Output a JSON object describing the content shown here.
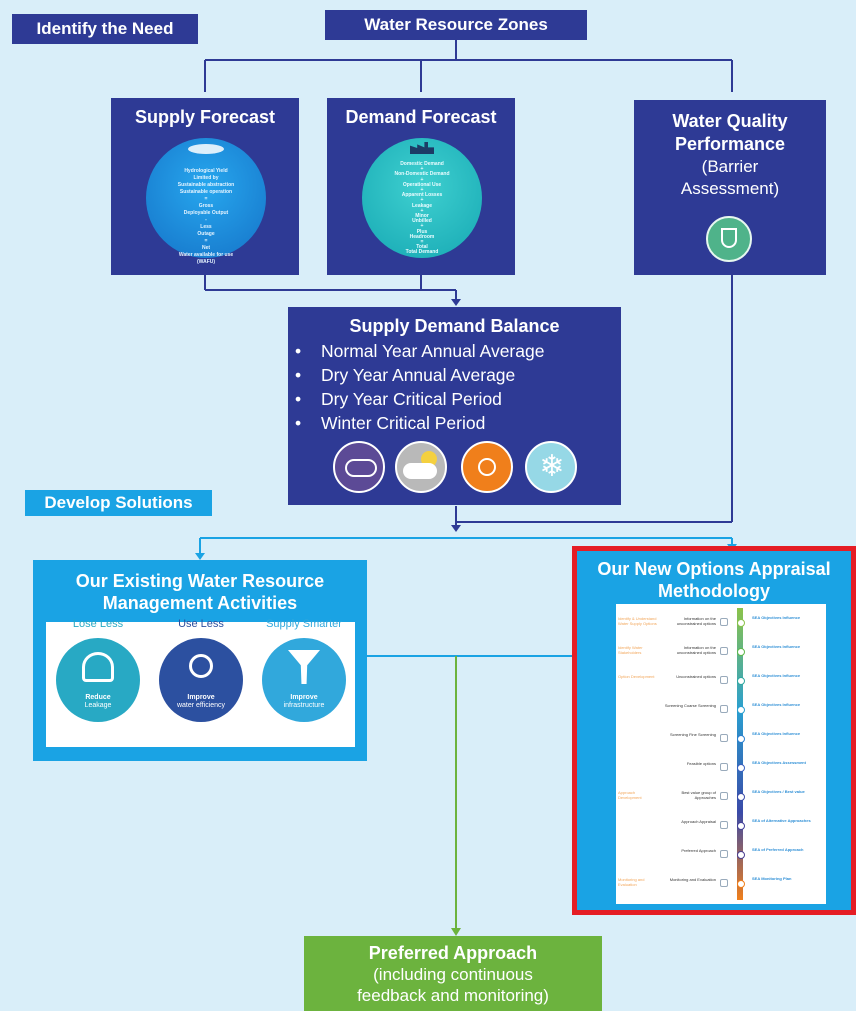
{
  "headers": {
    "identify": "Identify the Need",
    "develop": "Develop Solutions"
  },
  "zones": {
    "title": "Water Resource Zones"
  },
  "supply": {
    "title": "Supply Forecast",
    "lines": [
      "Hydrological Yield",
      "Limited by",
      "Sustainable abstraction",
      "Sustainable operation",
      "=",
      "Gross",
      "Deployable Output",
      "-",
      "Less",
      "Outage",
      "=",
      "Net",
      "Water available for use",
      "(WAFU)"
    ]
  },
  "demand": {
    "title": "Demand Forecast",
    "lines": [
      "Domestic Demand",
      "+",
      "Non-Domestic Demand",
      "+",
      "Operational Use",
      "+",
      "Apparent Losses",
      "+",
      "Leakage",
      "+",
      "Minor",
      "Unbilled",
      "+",
      "Plus",
      "Headroom",
      "=",
      "Total",
      "Total Demand"
    ]
  },
  "quality": {
    "title": "Water Quality Performance",
    "subtitle": "(Barrier Assessment)"
  },
  "balance": {
    "title": "Supply Demand Balance",
    "bullets": [
      "Normal Year Annual Average",
      "Dry Year Annual Average",
      "Dry Year Critical Period",
      "Winter Critical Period"
    ],
    "icons": [
      {
        "name": "rain-cloud-icon",
        "color": "#5c4a96"
      },
      {
        "name": "sun-cloud-icon",
        "color": "#b9b9b9"
      },
      {
        "name": "sun-icon",
        "color": "#f07f1b"
      },
      {
        "name": "snowflake-icon",
        "color": "#96d8e6"
      }
    ]
  },
  "existing": {
    "title": "Our Existing Water Resource Management Activities",
    "items": [
      {
        "arc": "Lose Less",
        "bold": "Reduce",
        "rest": "Leakage",
        "color": "#28a9c4",
        "icon": "valve-pipe-icon"
      },
      {
        "arc": "Use Less",
        "bold": "Improve",
        "rest": "water efficiency",
        "color": "#2c50a0",
        "icon": "globe-drop-icon"
      },
      {
        "arc": "Supply Smarter",
        "bold": "Improve",
        "rest": "infrastructure",
        "color": "#31a8dc",
        "icon": "funnel-icon"
      }
    ]
  },
  "newoptions": {
    "title": "Our New Options Appraisal Methodology",
    "rows": [
      {
        "left": "Identify & Understand Water Supply Options",
        "mid": "Information on the unconstrained options",
        "right": "SEA Objectives Influence",
        "color": "#8bc34a"
      },
      {
        "left": "Identify Water Stakeholders",
        "mid": "Information on the unconstrained options",
        "right": "SEA Objectives Influence",
        "color": "#5fb94a"
      },
      {
        "left": "Option Development",
        "mid": "Unconstrained options",
        "right": "SEA Objectives Influence",
        "color": "#2fa8a0"
      },
      {
        "left": "",
        "mid": "Screening Coarse Screening",
        "right": "SEA Objectives Influence",
        "color": "#2a9fd0"
      },
      {
        "left": "",
        "mid": "Screening Fine Screening",
        "right": "SEA Objectives Influence",
        "color": "#2a7fd0"
      },
      {
        "left": "",
        "mid": "Feasible options",
        "right": "SEA Objectives Assessment",
        "color": "#3a5fc0"
      },
      {
        "left": "Approach Development",
        "mid": "Best value group of Approaches",
        "right": "SEA Objectives / Best value",
        "color": "#3a4aa8"
      },
      {
        "left": "",
        "mid": "Approach Appraisal",
        "right": "SEA of Alternative Approaches",
        "color": "#42409a"
      },
      {
        "left": "",
        "mid": "Preferred Approach",
        "right": "SEA of Preferred Approach",
        "color": "#4a3f92"
      },
      {
        "left": "Monitoring and Evaluation",
        "mid": "Monitoring and Evaluation",
        "right": "SEA Monitoring Plan",
        "color": "#f07f1b"
      }
    ]
  },
  "preferred": {
    "title": "Preferred Approach",
    "line1": "(including continuous",
    "line2": "feedback and monitoring)"
  },
  "colors": {
    "navy": "#2e3a95",
    "light_blue": "#1aa3e4",
    "green": "#6cb33e",
    "highlight_red": "#e51d25"
  }
}
